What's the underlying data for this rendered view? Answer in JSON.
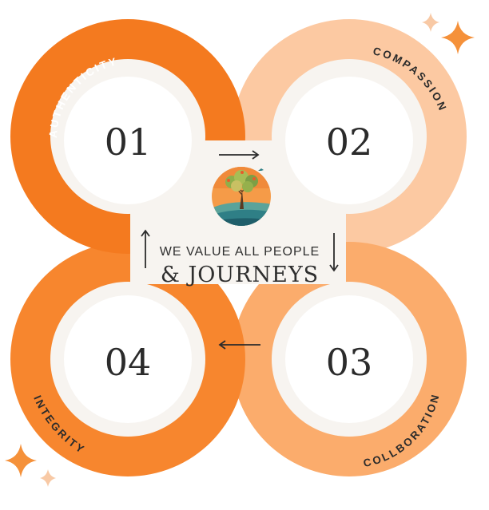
{
  "center": {
    "line1": "WE VALUE ALL PEOPLE",
    "line2": "& JOURNEYS"
  },
  "values": [
    {
      "number": "01",
      "label": "AUTHENTICITY"
    },
    {
      "number": "02",
      "label": "COMPASSION"
    },
    {
      "number": "03",
      "label": "COLLBORATION"
    },
    {
      "number": "04",
      "label": "INTEGRITY"
    }
  ],
  "colors": {
    "ring_01": "#f47a1f",
    "ring_02": "#fcc9a2",
    "ring_03": "#fbac6c",
    "ring_04": "#f7862e",
    "inner_ring": "#f7f4f0",
    "center_panel": "#f7f4f0",
    "sparkle": "#f5913a",
    "sparkle_light": "#f8c9a5"
  },
  "icons": [
    "tree-logo-icon",
    "arrow-right-icon",
    "arrow-down-icon",
    "arrow-left-icon",
    "arrow-up-icon",
    "sparkle-icon"
  ]
}
